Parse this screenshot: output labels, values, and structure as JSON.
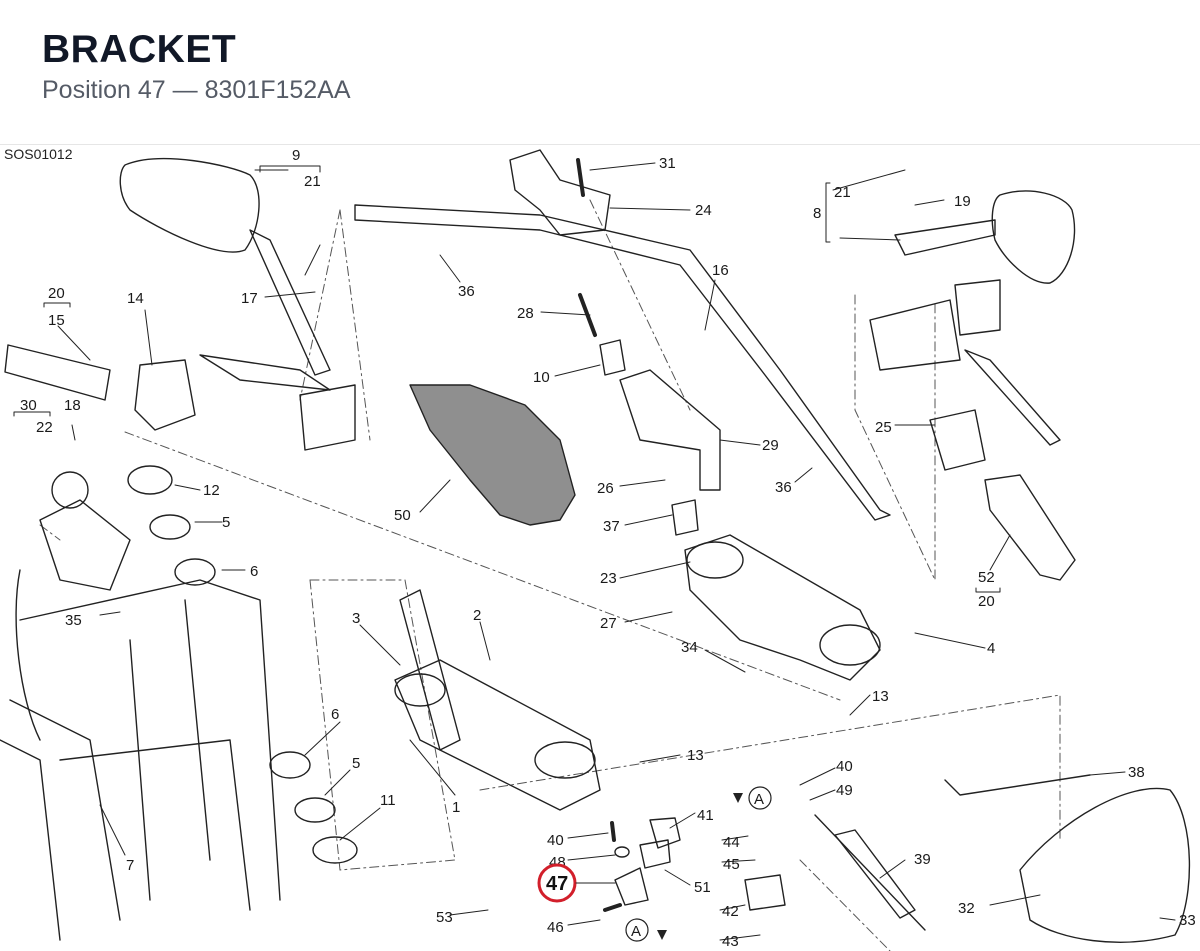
{
  "header": {
    "title": "BRACKET",
    "subtitle": "Position 47 — 8301F152AA"
  },
  "diagram": {
    "code": "SOS01012",
    "highlighted_position": "47",
    "ref_letter": "A",
    "callouts": [
      "9",
      "21",
      "17",
      "31",
      "24",
      "21",
      "19",
      "8",
      "16",
      "36",
      "28",
      "10",
      "20",
      "15",
      "14",
      "30",
      "18",
      "22",
      "12",
      "5",
      "6",
      "35",
      "50",
      "26",
      "37",
      "29",
      "36",
      "25",
      "52",
      "20",
      "23",
      "27",
      "34",
      "4",
      "3",
      "2",
      "13",
      "13",
      "6",
      "5",
      "11",
      "1",
      "7",
      "53",
      "40",
      "48",
      "47",
      "46",
      "41",
      "44",
      "45",
      "51",
      "42",
      "43",
      "40",
      "49",
      "39",
      "38",
      "32",
      "33"
    ]
  }
}
